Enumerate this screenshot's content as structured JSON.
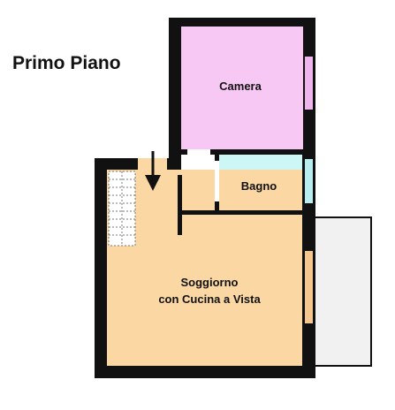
{
  "floor": {
    "title": "Primo Piano"
  },
  "rooms": {
    "camera": {
      "label": "Camera"
    },
    "bagno": {
      "label": "Bagno"
    },
    "soggiorno": {
      "line1": "Soggiorno",
      "line2": "con Cucina a Vista"
    }
  },
  "colors": {
    "wall": "#111111",
    "camera": "#f8c8f5",
    "bagno": "#cdf6f6",
    "soggiorno": "#fbd7a4",
    "balcony": "#f1f1f1",
    "window_camera": "#efb6ee",
    "window_bagno": "#b9eef0",
    "window_soggiorno": "#f5c68e"
  }
}
